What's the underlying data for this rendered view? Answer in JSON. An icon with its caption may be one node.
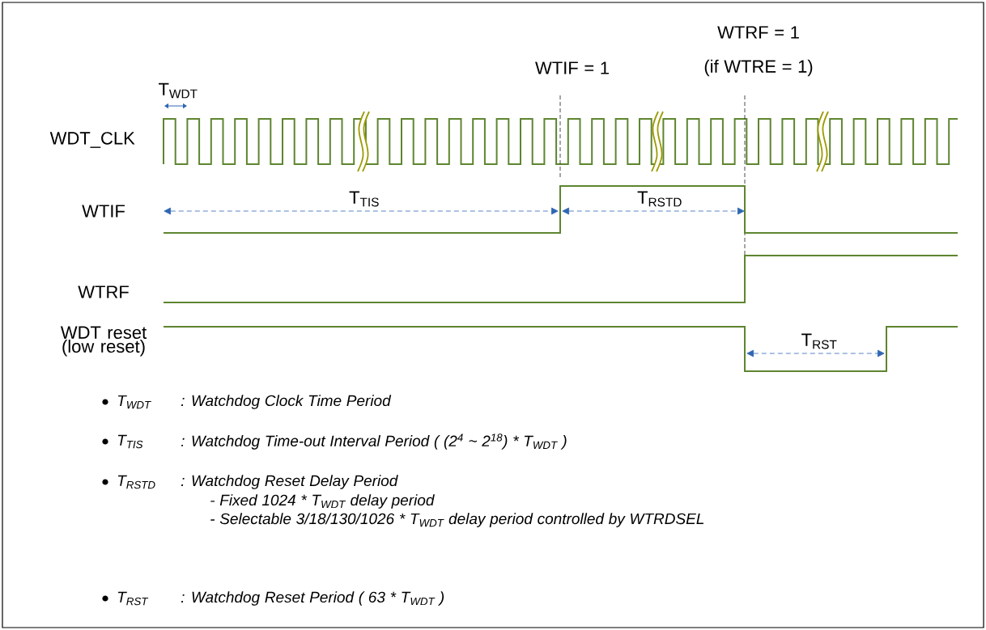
{
  "diagram": {
    "labels": [
      "WTRF = 1",
      "WTIF = 1",
      "(if WTRE = 1)",
      "T$_{WDT}$",
      "WDT_CLK",
      "WTIF",
      "T$_{TIS}$",
      "T$_{RSTD}$",
      "WTRF",
      "WDT reset (low reset)",
      "T$_{RST}$",
      "T$_{WDT}$",
      ": Watchdog Clock Time Period",
      "T$_{TIS}$",
      ": Watchdog Time-out Interval Period ( (2$^{4}$ ~ 2$^{18}$) * T$_{WDT}$ )",
      "T$_{RSTD}$",
      ": Watchdog Reset Delay Period",
      "- Fixed 1024 * T$_{WDT}$ delay period",
      "- Selectable 3/18/130/1026 * T$_{WDT}$ delay period controlled by WTRDSEL",
      "T$_{RST}$",
      ": Watchdog Reset Period ( 63 * T$_{WDT}$ )"
    ]
  }
}
